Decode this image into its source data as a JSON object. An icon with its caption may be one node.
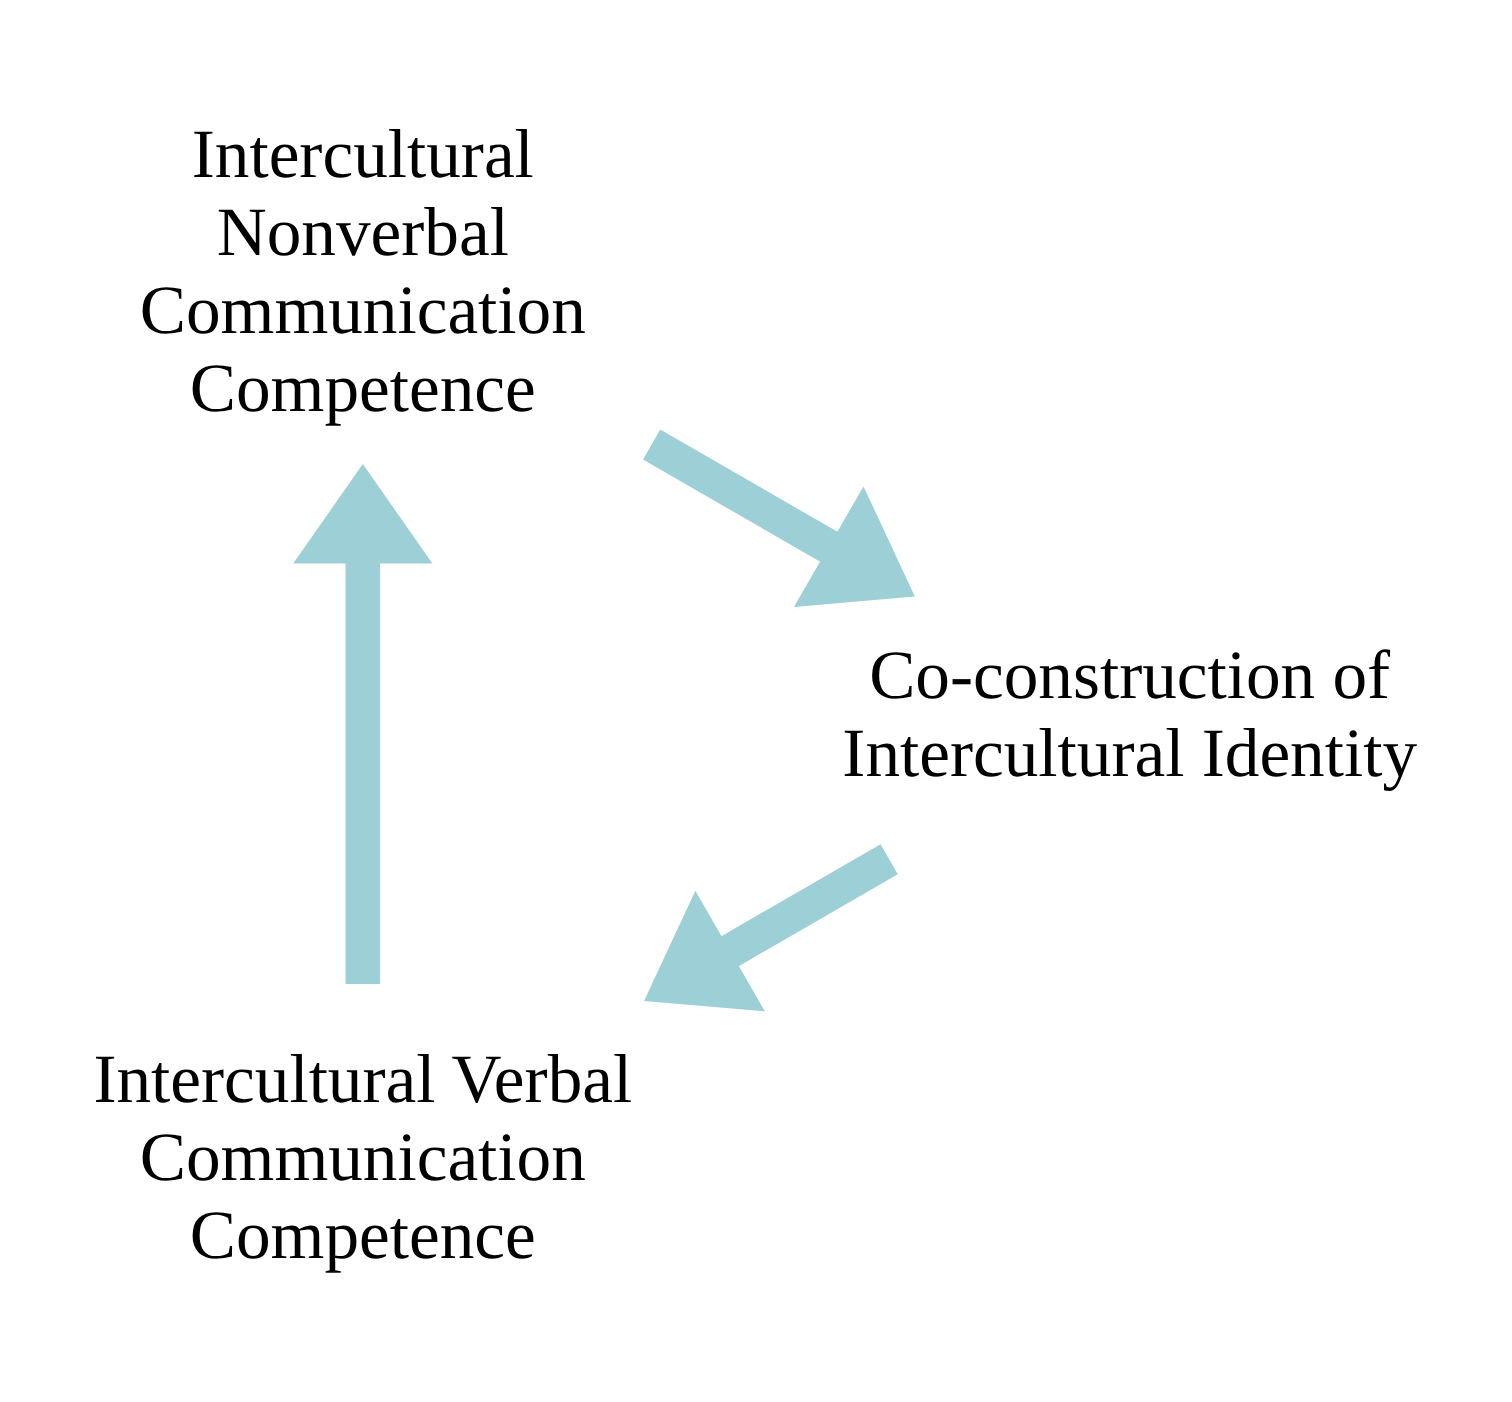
{
  "diagram": {
    "nodes": [
      {
        "text": [
          "Intercultural Verbal Communication Competence"
        ]
      },
      {
        "text": [
          "Intercultural Nonverbal Communication Competence"
        ]
      },
      {
        "text": [
          "Co-construction of Intercultural Identity"
        ]
      }
    ],
    "edges": [
      {
        "from": 0,
        "to": 1,
        "arrow": "to"
      },
      {
        "from": 1,
        "to": 2,
        "arrow": "to"
      },
      {
        "from": 2,
        "to": 0,
        "arrow": "to"
      }
    ]
  }
}
